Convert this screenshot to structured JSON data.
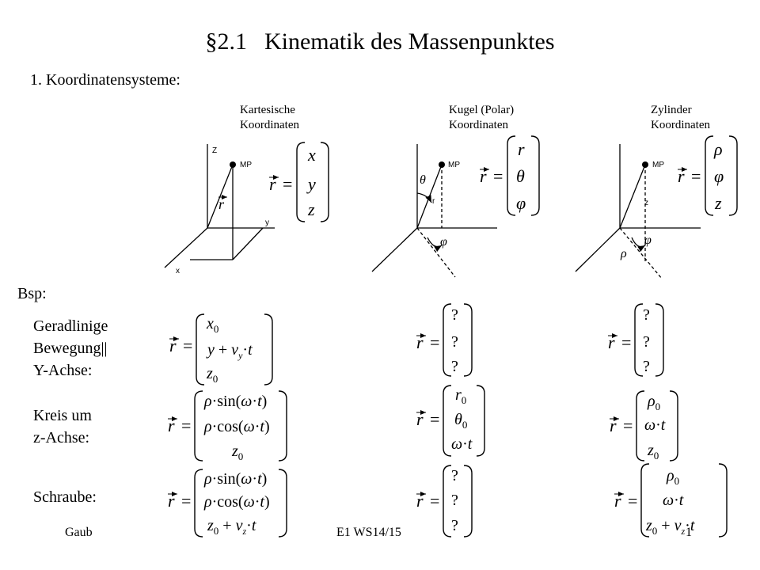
{
  "title": {
    "number": "§2.1",
    "text": "Kinematik des Massenpunktes"
  },
  "section": "1. Koordinatensysteme:",
  "systems": [
    {
      "line1": "Kartesische",
      "line2": "Koordinaten"
    },
    {
      "line1": "Kugel (Polar)",
      "line2": "Koordinaten"
    },
    {
      "line1": "Zylinder",
      "line2": "Koordinaten"
    }
  ],
  "diagram_labels": {
    "mp": "MP",
    "z_axis": "Z",
    "x_axis": "x",
    "y_axis": "y",
    "r_small": "r",
    "z_small": "z"
  },
  "bsp": "Bsp:",
  "rows": [
    {
      "line1": "Geradlinige",
      "line2": "Bewegung||",
      "line3": "Y-Achse:"
    },
    {
      "line1": "Kreis um",
      "line2": "z-Achse:"
    },
    {
      "line1": "Schraube:"
    }
  ],
  "footer": {
    "author": "Gaub",
    "course": "E1 WS14/15",
    "page": "1"
  }
}
